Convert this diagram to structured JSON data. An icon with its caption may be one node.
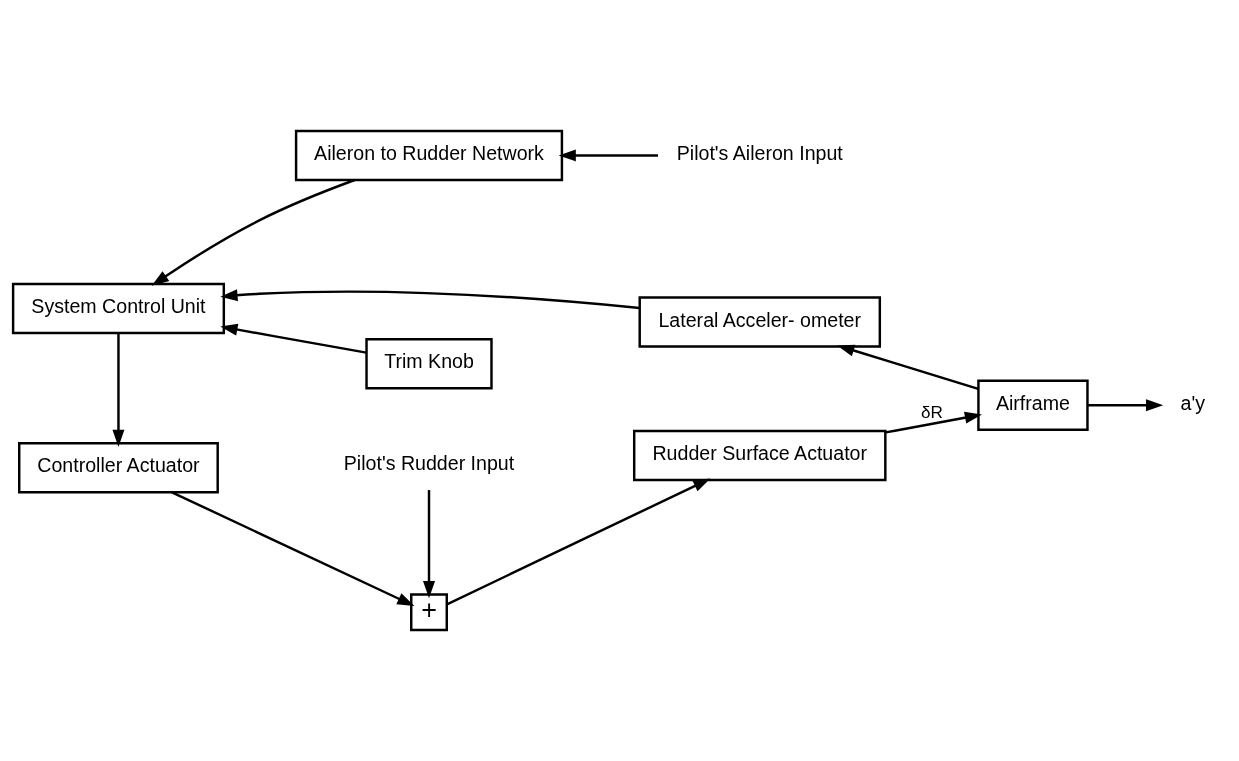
{
  "diagram": {
    "nodes": [
      {
        "text": [
          "Controller Actuator"
        ]
      },
      {
        "text": [
          "Pilot's Rudder Input"
        ]
      },
      {
        "text": [
          "+"
        ]
      },
      {
        "text": [
          "Rudder Surface Actuator"
        ]
      },
      {
        "text": [
          "Airframe"
        ]
      },
      {
        "text": [
          "a'y"
        ]
      },
      {
        "text": [
          "System Control Unit"
        ]
      },
      {
        "text": [
          "Lateral Acceler- ometer"
        ]
      },
      {
        "text": [
          "Trim Knob"
        ]
      },
      {
        "text": [
          "Aileron to Rudder Network"
        ]
      },
      {
        "text": [
          "Pilot's Aileron Input"
        ]
      }
    ],
    "edges": [
      {
        "from": 0,
        "to": 2,
        "arrow": "to"
      },
      {
        "from": 1,
        "to": 2,
        "arrow": "to"
      },
      {
        "from": 2,
        "to": 3,
        "arrow": "to"
      },
      {
        "from": 3,
        "to": 4,
        "arrow": "to",
        "label": "δR"
      },
      {
        "from": 4,
        "to": 5,
        "arrow": "to"
      },
      {
        "from": 4,
        "to": 7,
        "arrow": "to"
      },
      {
        "from": 7,
        "to": 6,
        "arrow": "to"
      },
      {
        "from": 9,
        "to": 6,
        "arrow": "to"
      },
      {
        "from": 8,
        "to": 6,
        "arrow": "to"
      },
      {
        "from": 6,
        "to": 0,
        "arrow": "to"
      },
      {
        "from": 10,
        "to": 9,
        "arrow": "to"
      }
    ]
  }
}
